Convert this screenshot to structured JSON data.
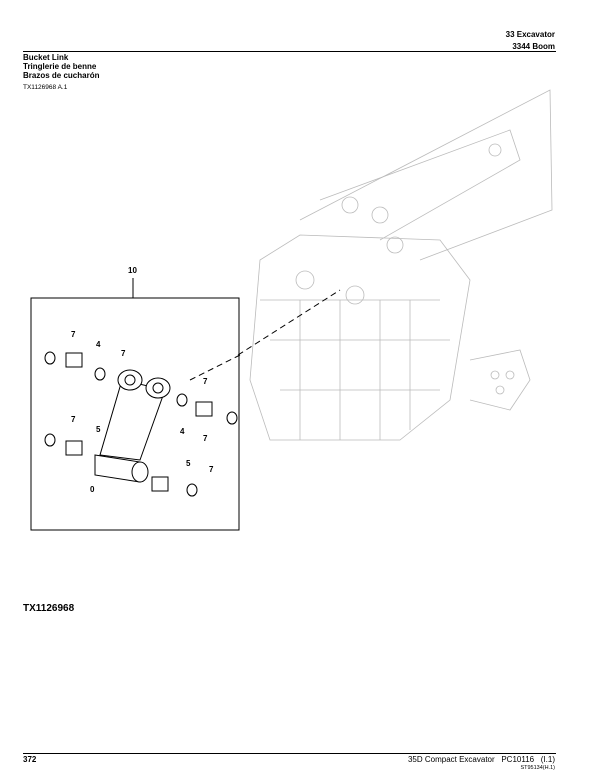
{
  "header": {
    "section": "33 Excavator",
    "group": "3344 Boom"
  },
  "title": {
    "en": "Bucket Link",
    "fr": "Tringlerie de benne",
    "es": "Brazos de cucharón"
  },
  "illustration_ref": "TX1126968 A.1",
  "figure_label": "TX1126968",
  "callouts": {
    "assembly": "10",
    "c1": "7",
    "c2": "4",
    "c3": "7",
    "c4": "7",
    "c5": "7",
    "c6": "5",
    "c7": "4",
    "c8": "7",
    "c9": "5",
    "c10": "7",
    "c11": "0"
  },
  "footer": {
    "page": "372",
    "model": "35D Compact Excavator",
    "catalog": "PC10116",
    "rev": "(I.1)",
    "code": "ST95134(H.1)"
  }
}
